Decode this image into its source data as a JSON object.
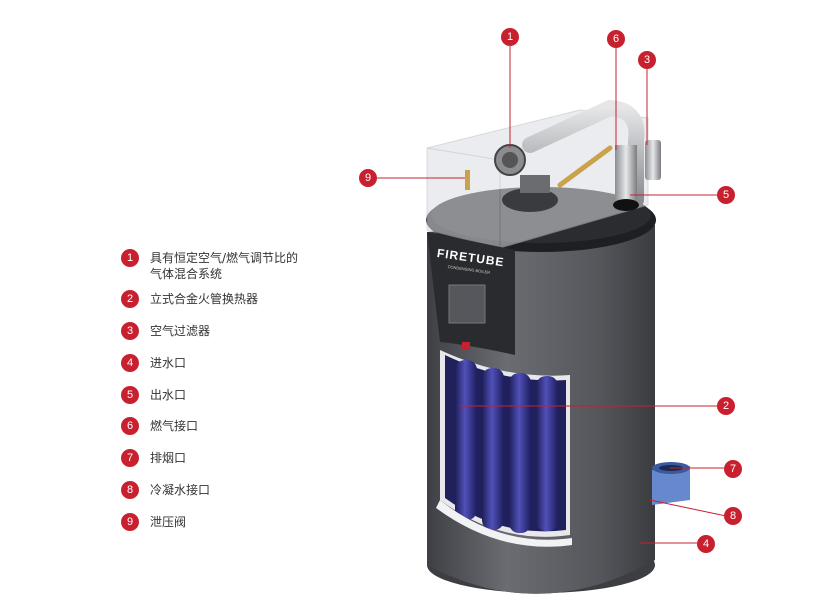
{
  "colors": {
    "accent": "#c8202f",
    "tank_body": "#5a5c62",
    "tube_blue": "#3a3a9a",
    "legend_text": "#333333"
  },
  "panel": {
    "brand": "FIRETUBE",
    "brand_sub": "CONDENSING BOILER"
  },
  "legend": [
    {
      "num": "1",
      "label": "具有恒定空气/燃气调节比的\n气体混合系统"
    },
    {
      "num": "2",
      "label": "立式合金火管换热器"
    },
    {
      "num": "3",
      "label": "空气过滤器"
    },
    {
      "num": "4",
      "label": "进水口"
    },
    {
      "num": "5",
      "label": "出水口"
    },
    {
      "num": "6",
      "label": "燃气接口"
    },
    {
      "num": "7",
      "label": "排烟口"
    },
    {
      "num": "8",
      "label": "冷凝水接口"
    },
    {
      "num": "9",
      "label": "泄压阀"
    }
  ],
  "callouts": [
    {
      "num": "1"
    },
    {
      "num": "6"
    },
    {
      "num": "3"
    },
    {
      "num": "9"
    },
    {
      "num": "5"
    },
    {
      "num": "2"
    },
    {
      "num": "7"
    },
    {
      "num": "8"
    },
    {
      "num": "4"
    }
  ]
}
